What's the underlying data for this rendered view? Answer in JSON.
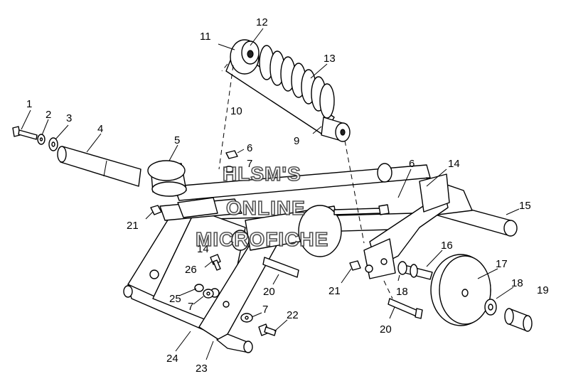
{
  "callouts": [
    "1",
    "2",
    "3",
    "4",
    "5",
    "6",
    "7",
    "9",
    "10",
    "11",
    "12",
    "13",
    "14",
    "15",
    "16",
    "17",
    "18",
    "19",
    "20",
    "21",
    "22",
    "23",
    "24",
    "25",
    "26"
  ],
  "callout_labels": {
    "c1": "1",
    "c2": "2",
    "c3": "3",
    "c4": "4",
    "c5": "5",
    "c6a": "6",
    "c6b": "6",
    "c7a": "7",
    "c7b": "7",
    "c7c": "7",
    "c9": "9",
    "c10": "10",
    "c11": "11",
    "c12": "12",
    "c13": "13",
    "c14a": "14",
    "c14b": "14",
    "c15": "15",
    "c16": "16",
    "c17": "17",
    "c18a": "18",
    "c18b": "18",
    "c19": "19",
    "c20a": "20",
    "c20b": "20",
    "c21a": "21",
    "c21b": "21",
    "c22": "22",
    "c23": "23",
    "c24": "24",
    "c25": "25",
    "c26": "26"
  },
  "watermark": {
    "line1": "HLSM'S",
    "line2": "ONLINE",
    "line3": "MICROFICHE"
  }
}
